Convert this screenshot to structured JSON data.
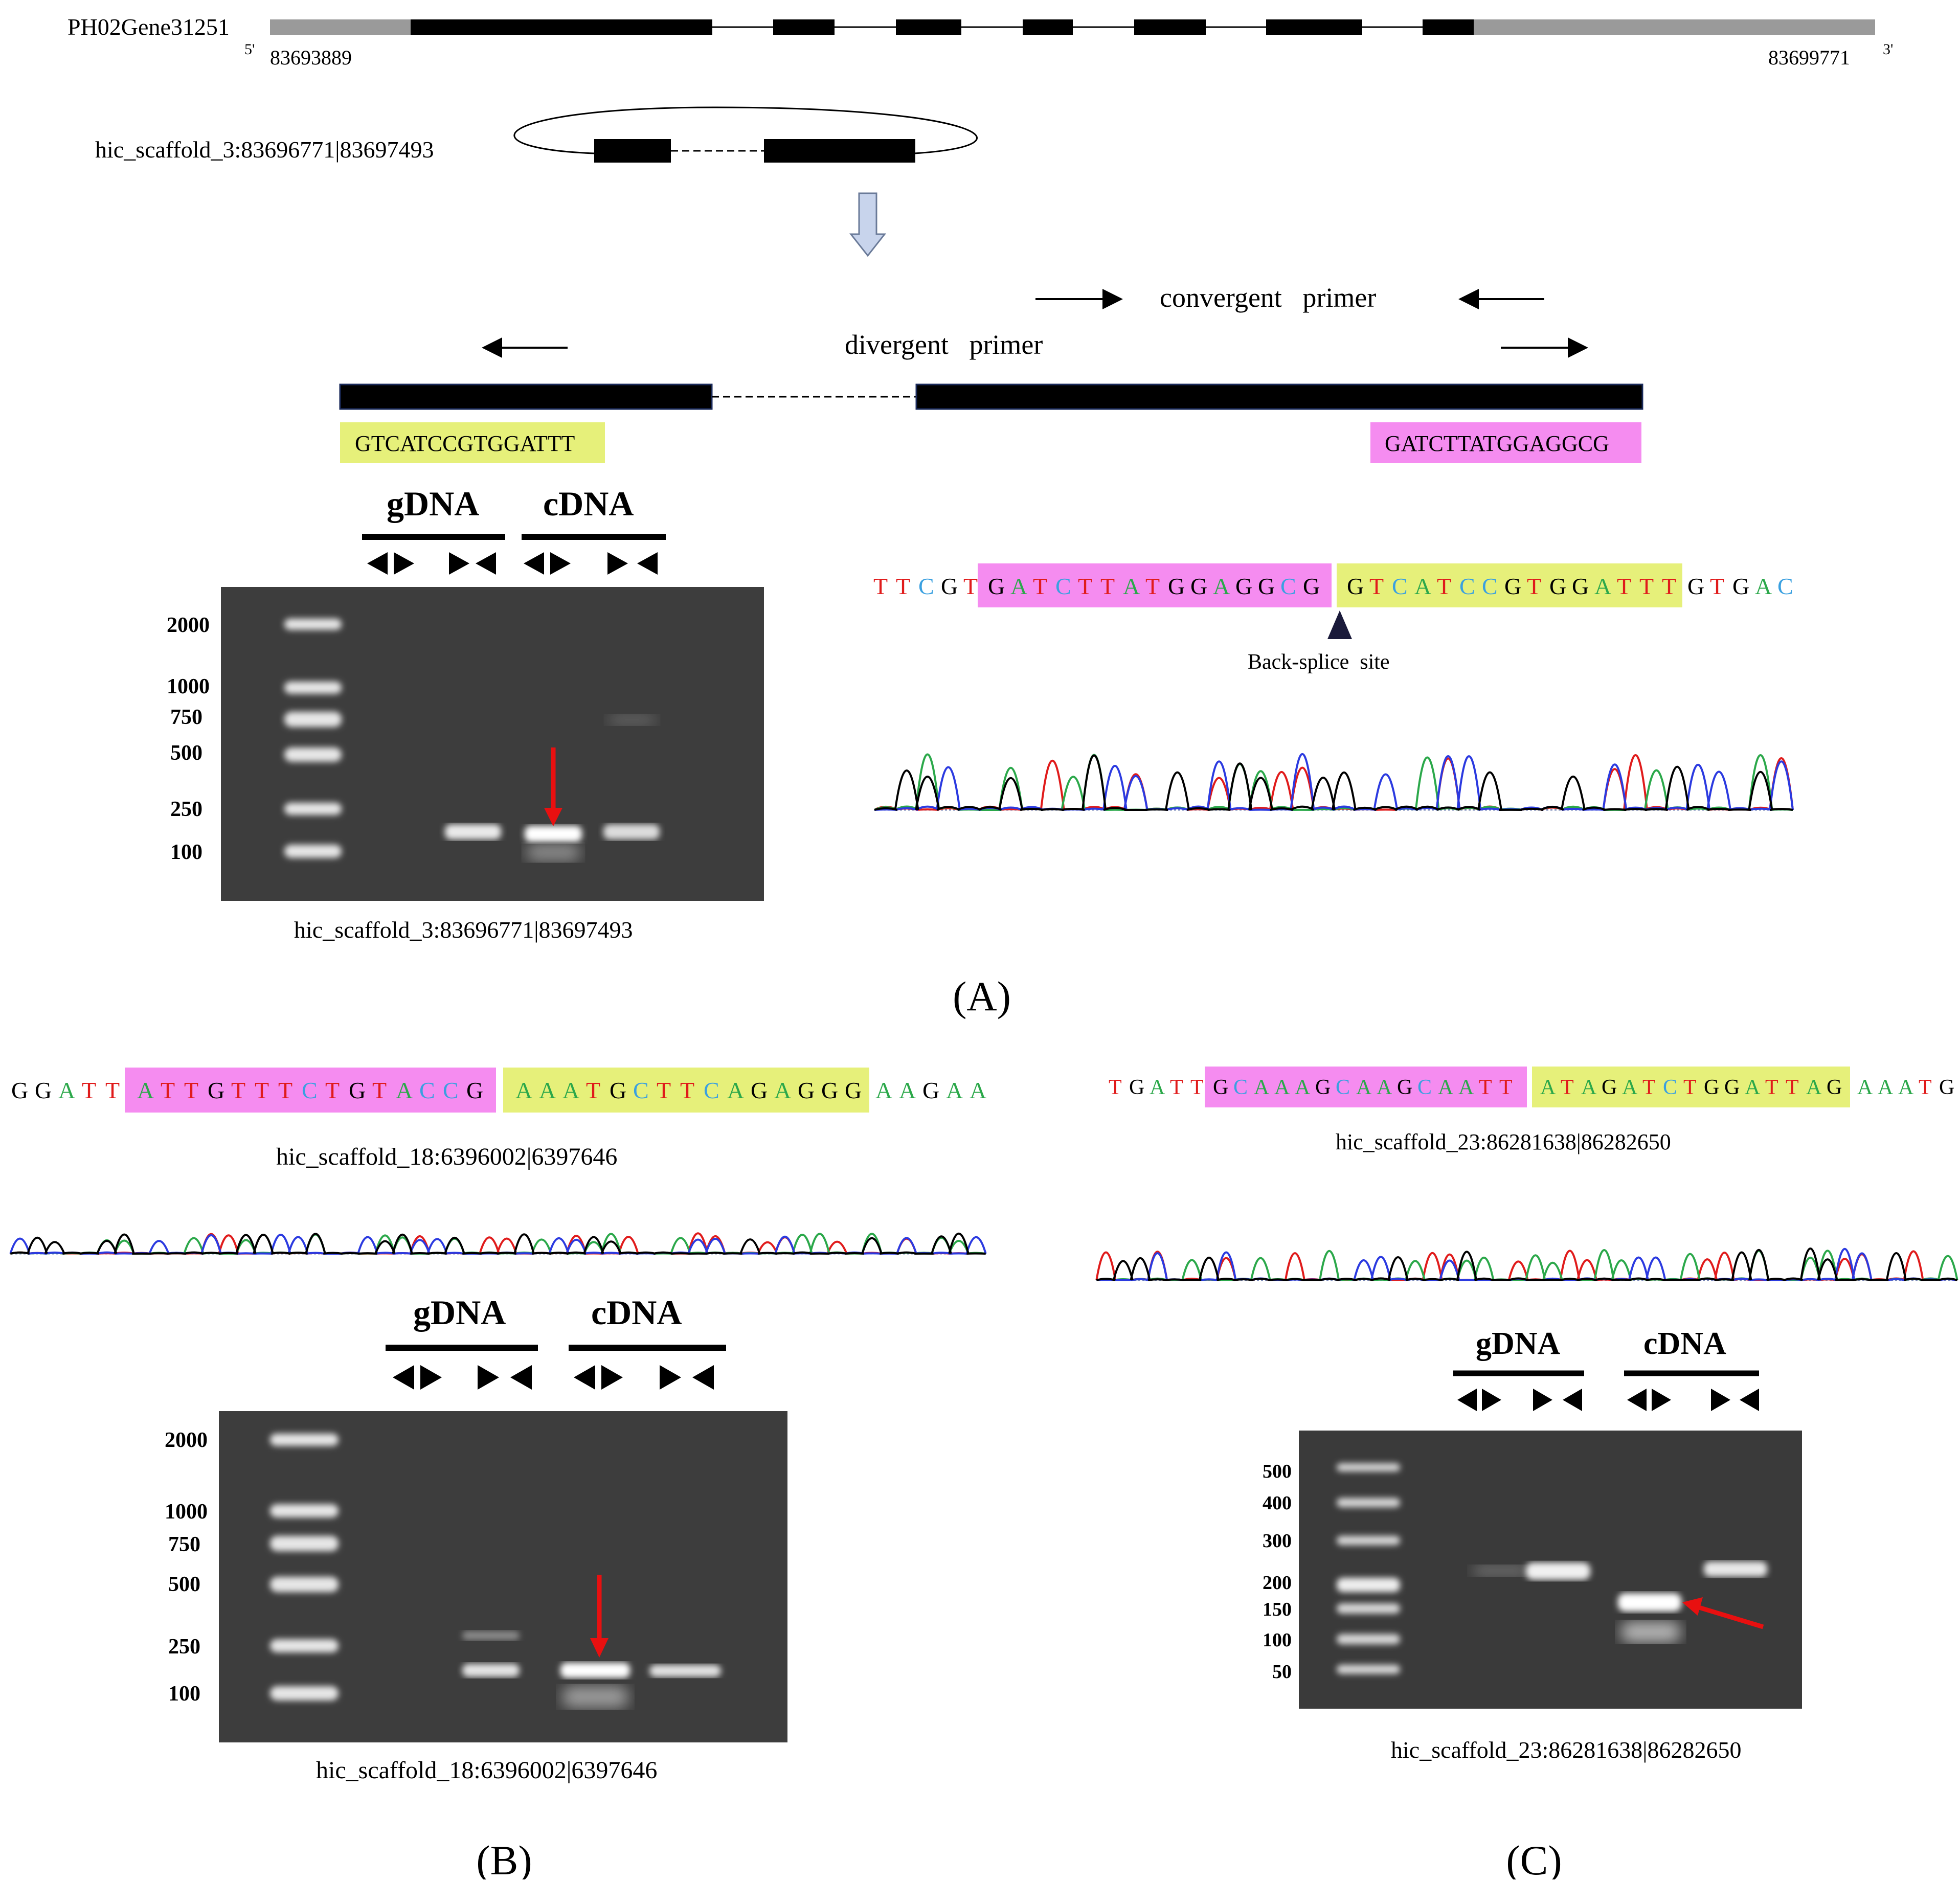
{
  "panelA": {
    "gene": {
      "name": "PH02Gene31251",
      "five_prime": "5'",
      "three_prime": "3'",
      "start": "83693889",
      "end": "83699771"
    },
    "circ_label": "hic_scaffold_3:83696771|83697493",
    "primers": {
      "convergent": "convergent   primer",
      "divergent": "divergent   primer"
    },
    "primer_seq_left": "GTCATCCGTGGATTT",
    "primer_seq_right": "GATCTTATGGAGGCG",
    "gel": {
      "header_gdna": "gDNA",
      "header_cdna": "cDNA",
      "ladder": [
        "2000",
        "1000",
        "750",
        "500",
        "250",
        "100"
      ],
      "caption": "hic_scaffold_3:83696771|83697493"
    },
    "sequence": {
      "prefix": "TTCGT",
      "pink": "GATCTTATGGAGGCG",
      "yellow": "GTCATCCGTGGATTT",
      "suffix": "GTGAC"
    },
    "back_splice": "Back-splice  site",
    "tag": "(A)"
  },
  "panelB": {
    "sequence": {
      "prefix": "GGATT",
      "pink": "ATTGTTTCTGTACCG",
      "yellow": "AAATGCTTCAGAGGG",
      "suffix": "AAGAA"
    },
    "seq_label": "hic_scaffold_18:6396002|6397646",
    "gel": {
      "header_gdna": "gDNA",
      "header_cdna": "cDNA",
      "ladder": [
        "2000",
        "1000",
        "750",
        "500",
        "250",
        "100"
      ],
      "caption": "hic_scaffold_18:6396002|6397646"
    },
    "tag": "(B)"
  },
  "panelC": {
    "sequence": {
      "prefix": "TGATT",
      "pink": "GCAAAGCAAGCAATT",
      "yellow": "ATAGATCTGGATTAG",
      "suffix": "AAATG"
    },
    "seq_label": "hic_scaffold_23:86281638|86282650",
    "gel": {
      "header_gdna": "gDNA",
      "header_cdna": "cDNA",
      "ladder": [
        "500",
        "400",
        "300",
        "200",
        "150",
        "100",
        "50"
      ],
      "caption": "hic_scaffold_23:86281638|86282650"
    },
    "tag": "(C)"
  },
  "colors": {
    "A": "#2ba84a",
    "C": "#3aa0e0",
    "G": "#000000",
    "T": "#e01b1b",
    "pink_box": "#f58cf0",
    "yellow_box": "#e6f07a",
    "gel_bg": "#3a3a3a",
    "arrow_red": "#e81010"
  }
}
